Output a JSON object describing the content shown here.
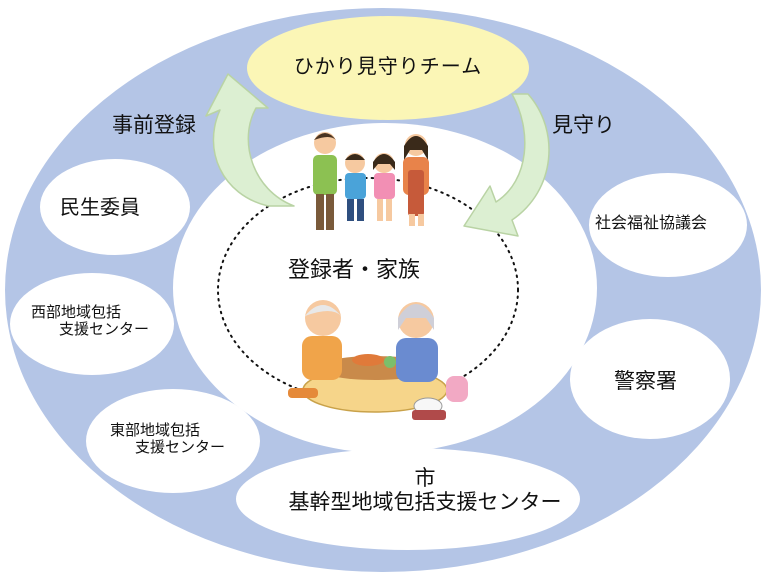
{
  "team": "ひかり見守りチーム",
  "arrows": {
    "left": "事前登録",
    "right": "見守り"
  },
  "center": {
    "label": "登録者・家族"
  },
  "partners": {
    "minsei": "民生委員",
    "shakai": "社会福祉協議会",
    "seibu_line1": "西部地域包括",
    "seibu_line2": "支援センター",
    "tobu_line1": "東部地域包括",
    "tobu_line2": "支援センター",
    "keisatsu": "警察署",
    "city_line1": "市",
    "city_line2": "基幹型地域包括支援センター"
  },
  "colors": {
    "ring": "#b4c5e6",
    "team_fill": "#fbf6b6",
    "arrow_fill": "#dcefd2",
    "arrow_stroke": "#b9d3a4"
  },
  "illustrations": [
    "family-illustration",
    "elderly-couple-illustration"
  ]
}
